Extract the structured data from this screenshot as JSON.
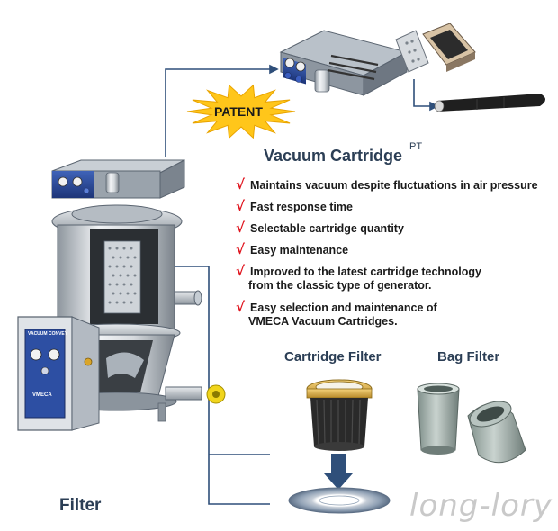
{
  "patent_badge": "PATENT",
  "cartridge_title": "Vacuum Cartridge",
  "cartridge_title_sup": "PT",
  "features": [
    {
      "lines": [
        "Maintains vacuum despite fluctuations in air pressure"
      ]
    },
    {
      "lines": [
        "Fast response time"
      ]
    },
    {
      "lines": [
        "Selectable cartridge quantity"
      ]
    },
    {
      "lines": [
        "Easy maintenance"
      ]
    },
    {
      "lines": [
        "Improved to the latest cartridge technology",
        "from the classic type of generator."
      ]
    },
    {
      "lines": [
        "Easy selection and maintenance of",
        "VMECA Vacuum Cartridges."
      ]
    }
  ],
  "check_glyph": "√",
  "cartridge_filter_label": "Cartridge Filter",
  "bag_filter_label": "Bag Filter",
  "section_label": "Filter",
  "panel_label": "VACUUM CONVEY",
  "panel_brand": "VMECA",
  "watermark": "long-lory",
  "colors": {
    "heading": "#2b3e55",
    "check": "#e0141e",
    "connector": "#2f4f7a",
    "patent_star": "#ffc61a",
    "module_blue": "#2a4a9a"
  }
}
